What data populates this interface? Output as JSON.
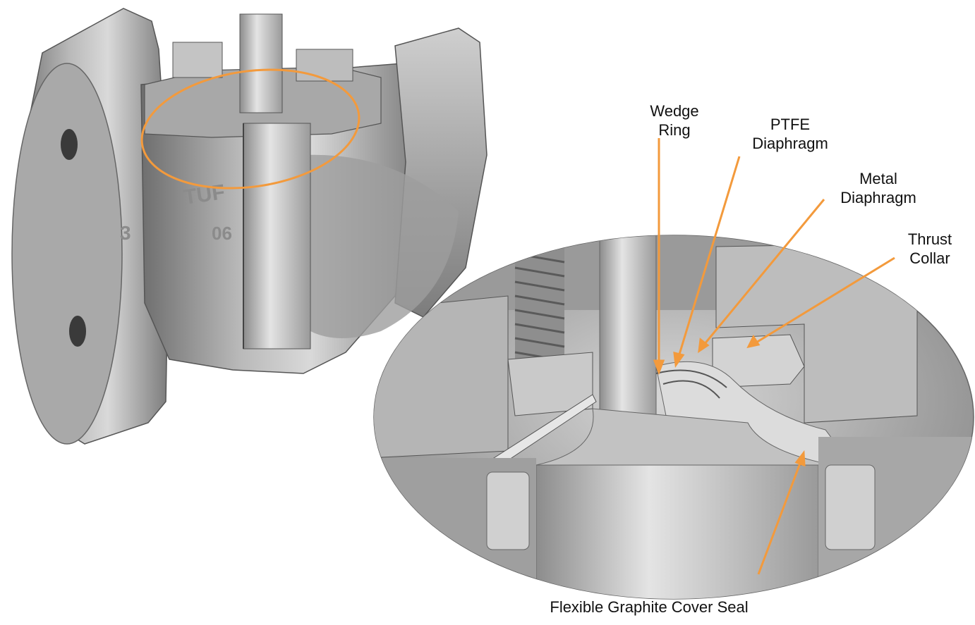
{
  "diagram": {
    "accent_color": "#f39a3c",
    "valve_body": {
      "casting_marks": [
        "TUF",
        "06",
        "3"
      ]
    },
    "callouts": [
      {
        "id": "wedge-ring",
        "lines": [
          "Wedge",
          "Ring"
        ]
      },
      {
        "id": "ptfe-diaphragm",
        "lines": [
          "PTFE",
          "Diaphragm"
        ]
      },
      {
        "id": "metal-diaphragm",
        "lines": [
          "Metal",
          "Diaphragm"
        ]
      },
      {
        "id": "thrust-collar",
        "lines": [
          "Thrust",
          "Collar"
        ]
      },
      {
        "id": "cover-seal",
        "lines": [
          "Flexible Graphite Cover Seal"
        ]
      }
    ]
  }
}
